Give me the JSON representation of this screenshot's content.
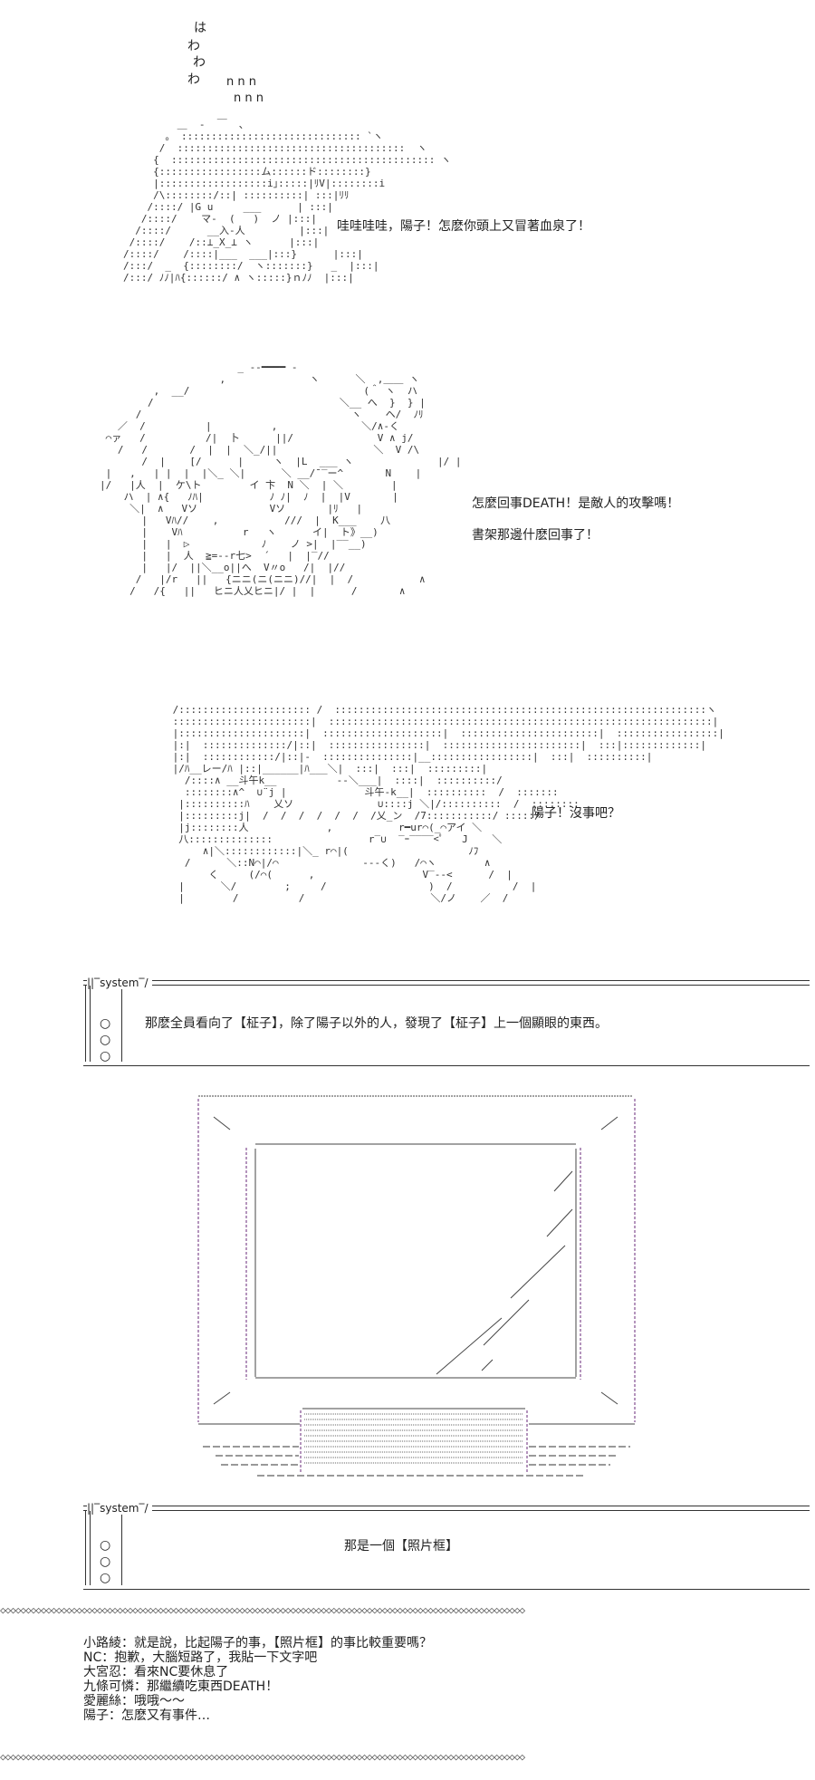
{
  "top_sound": {
    "ha": "は",
    "wa1": "わ",
    "wa2": "わ",
    "wa3": "わ",
    "nnn1": "n n n",
    "nnn2": "n n n"
  },
  "dialogue": {
    "line1": "哇哇哇哇，陽子！怎麽你頭上又冒著血泉了！",
    "line2": "怎麼回事DEATH！是敵人的攻擊嗎！",
    "line3": "書架那邊什麽回事了！",
    "line4": "陽子！沒事吧？"
  },
  "system1": {
    "label": "system",
    "circles": [
      "○",
      "○",
      "○"
    ],
    "message": "那麽全員看向了【柾子】，除了陽子以外的人，發現了【柾子】上一個顯眼的東西。"
  },
  "system2": {
    "label": "system",
    "circles": [
      "○",
      "○",
      "○"
    ],
    "message": "那是一個【照片框】"
  },
  "chat": [
    "小路綾：就是說，比起陽子的事，【照片框】的事比較重要嗎？",
    "NC：抱歉，大腦短路了，我貼一下文字吧",
    "大宮忍：看來NC要休息了",
    "九條可憐：那繼續吃東西DEATH！",
    "愛麗絲：哦哦～～",
    "陽子：怎麽又有事件…"
  ],
  "aa_text": {
    "a1": "ム",
    "a2": "ド",
    "a3": "G u",
    "a4": "マ-",
    "a5": "入-人",
    "a6": "斗午k",
    "a7": "斗午-k",
    "a8": "N",
    "a9": "V ∧ j/",
    "a10": "V /\\"
  }
}
